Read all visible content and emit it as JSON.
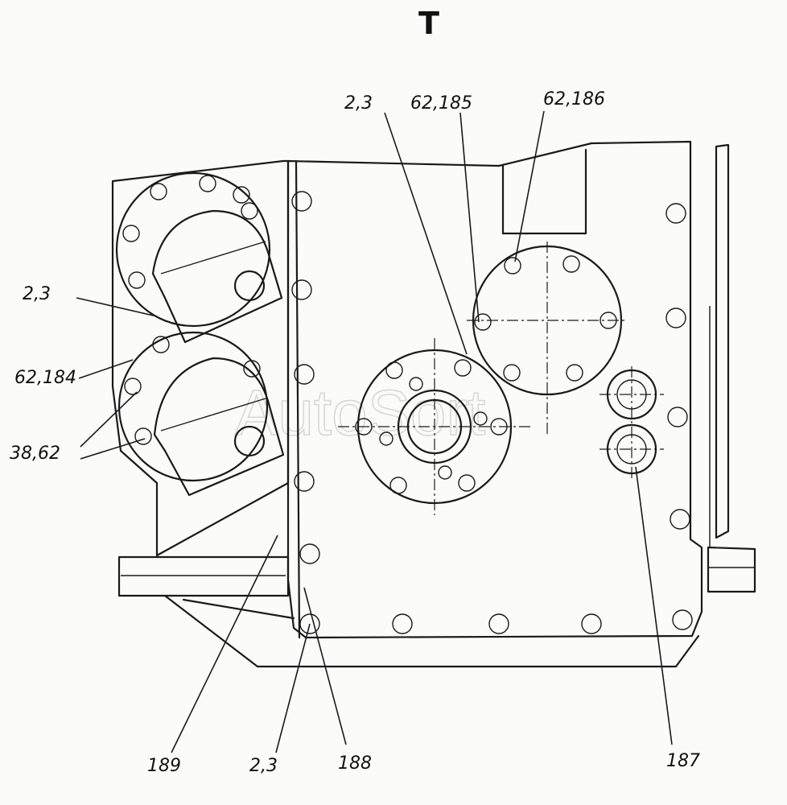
{
  "title": "Т",
  "watermark": "AutoSort",
  "labels": {
    "l_23_top": "2,3",
    "l_62_185": "62,185",
    "l_62_186": "62,186",
    "l_23_left": "2,3",
    "l_62_184": "62,184",
    "l_38_62": "38,62",
    "l_189": "189",
    "l_23_bottom": "2,3",
    "l_188": "188",
    "l_187": "187"
  },
  "colors": {
    "ink": "#1a1a1a",
    "paper": "#fbfbfa"
  }
}
